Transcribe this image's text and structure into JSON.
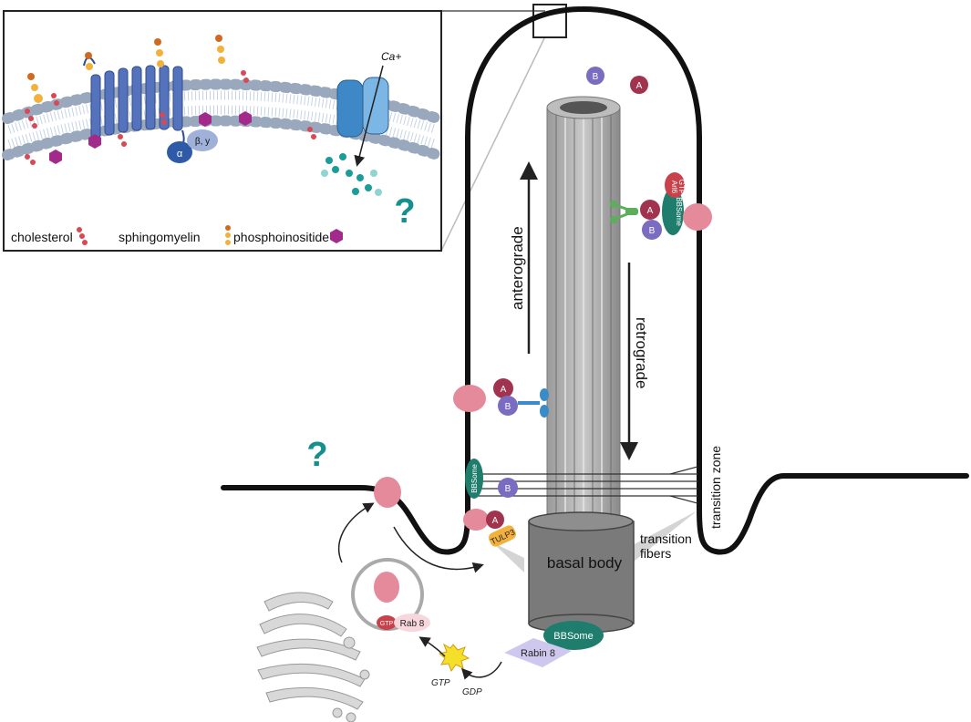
{
  "inset": {
    "ion_label": "Ca+",
    "alpha_label": "α",
    "betagamma_label": "β, y",
    "question": "?",
    "legend": {
      "cholesterol": "cholesterol",
      "sphingomyelin": "sphingomyelin",
      "phosphoinositide": "phosphoinositide"
    }
  },
  "cilium": {
    "anterograde": "anterograde",
    "retrograde": "retrograde",
    "transition_zone": "transition zone",
    "transition_fibers_line1": "transition",
    "transition_fibers_line2": "fibers",
    "basal_body": "basal body",
    "question": "?"
  },
  "proteins": {
    "a": "A",
    "b": "B",
    "bbsome": "BBSome",
    "arl6": "Arl6",
    "gtp": "GTP",
    "tulp3": "TULP3",
    "rabin8": "Rabin 8",
    "rab8": "Rab 8"
  },
  "cycle": {
    "gtp": "GTP",
    "gdp": "GDP"
  },
  "colors": {
    "complex_a": "#a2334e",
    "complex_b": "#7a6cc0",
    "bbsome": "#1f7d6d",
    "gpcr": "#5573bd",
    "question": "#16908e",
    "basal_body": "#7a7a7a"
  }
}
